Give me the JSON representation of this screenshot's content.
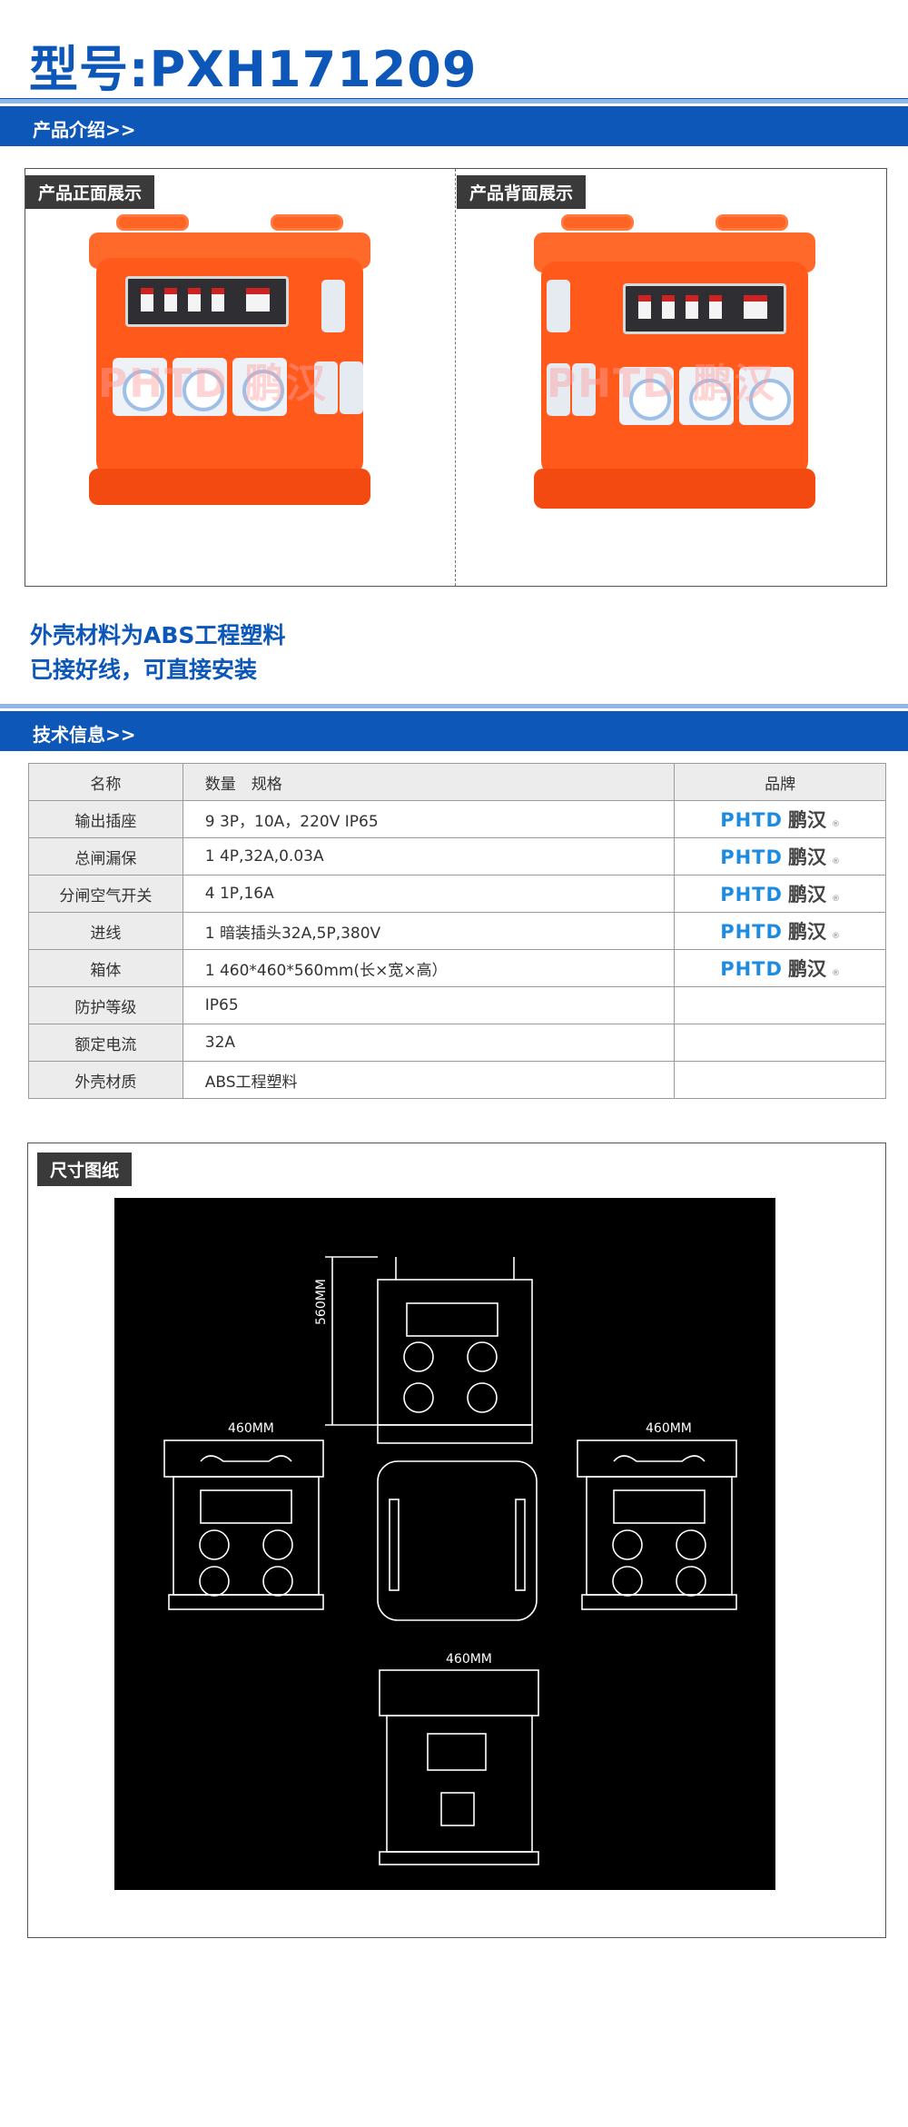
{
  "model": {
    "title": "型号:PXH171209"
  },
  "sections": {
    "intro": "产品介绍>>",
    "tech": "技术信息>>"
  },
  "product_views": {
    "front_label": "产品正面展示",
    "back_label": "产品背面展示",
    "watermark_en": "PHTD",
    "watermark_cn": "鹏汉"
  },
  "features": [
    "外壳材料为ABS工程塑料",
    "已接好线，可直接安装"
  ],
  "spec_table": {
    "headers": {
      "name": "名称",
      "spec": "数量　规格",
      "brand": "品牌"
    },
    "rows": [
      {
        "name": "输出插座",
        "spec": "9  3P，10A，220V IP65",
        "brand": true
      },
      {
        "name": "总闸漏保",
        "spec": "1  4P,32A,0.03A",
        "brand": true
      },
      {
        "name": "分闸空气开关",
        "spec": "4  1P,16A",
        "brand": true
      },
      {
        "name": "进线",
        "spec": "1 暗装插头32A,5P,380V",
        "brand": true
      },
      {
        "name": "箱体",
        "spec": "1 460*460*560mm(长×宽×高）",
        "brand": true
      },
      {
        "name": "防护等级",
        "spec": "IP65",
        "brand": false
      },
      {
        "name": "额定电流",
        "spec": "32A",
        "brand": false
      },
      {
        "name": "外壳材质",
        "spec": "ABS工程塑料",
        "brand": false
      }
    ],
    "brand_logo": {
      "en": "PHTD",
      "cn": "鹏汉",
      "mark": "®"
    }
  },
  "dimension_drawing": {
    "label": "尺寸图纸",
    "height_label": "560MM",
    "width_label_left": "460MM",
    "width_label_right": "460MM",
    "width_label_bottom": "460MM"
  },
  "colors": {
    "brand_blue": "#0d57b8",
    "box_orange": "#ff5a1c",
    "tag_gray": "#3a3a3a",
    "logo_blue": "#1d8be0"
  }
}
